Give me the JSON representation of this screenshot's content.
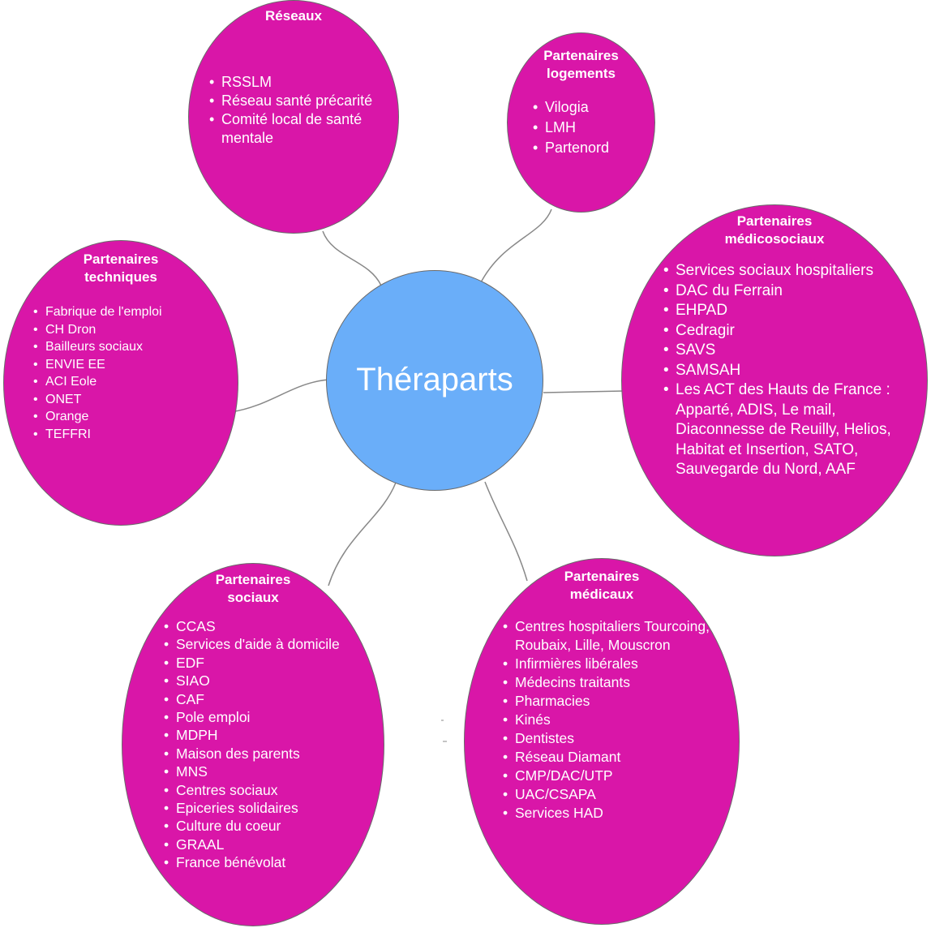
{
  "center": {
    "label": "Théraparts",
    "color": "#6aaef9"
  },
  "bubble_color": "#d916a8",
  "bubbles": {
    "reseaux": {
      "title": "Réseaux",
      "items": [
        "RSSLM",
        "Réseau santé précarité",
        "Comité local de santé mentale"
      ]
    },
    "logements": {
      "title": "Partenaires\nlogements",
      "items": [
        "Vilogia",
        "LMH",
        "Partenord"
      ]
    },
    "medicosociaux": {
      "title": "Partenaires\nmédicosociaux",
      "items": [
        "Services sociaux hospitaliers",
        "DAC du Ferrain",
        "EHPAD",
        "Cedragir",
        "SAVS",
        "SAMSAH",
        "Les ACT des Hauts de France : Apparté, ADIS, Le mail, Diaconnesse de Reuilly, Helios, Habitat et Insertion, SATO, Sauvegarde du Nord, AAF"
      ]
    },
    "techniques": {
      "title": "Partenaires\ntechniques",
      "items": [
        "Fabrique de l'emploi",
        "CH Dron",
        "Bailleurs sociaux",
        "ENVIE EE",
        "ACI Eole",
        "ONET",
        "Orange",
        "TEFFRI"
      ]
    },
    "sociaux": {
      "title": "Partenaires\nsociaux",
      "items": [
        "CCAS",
        "Services d'aide à domicile",
        "EDF",
        "SIAO",
        "CAF",
        "Pole emploi",
        "MDPH",
        "Maison des parents",
        "MNS",
        "Centres sociaux",
        "Epiceries solidaires",
        "Culture du coeur",
        "GRAAL",
        "France bénévolat"
      ]
    },
    "medicaux": {
      "title": "Partenaires\nmédicaux",
      "items": [
        "Centres hospitaliers Tourcoing, Roubaix, Lille, Mouscron",
        "Infirmières libérales",
        "Médecins traitants",
        "Pharmacies",
        "Kinés",
        "Dentistes",
        "Réseau Diamant",
        "CMP/DAC/UTP",
        "UAC/CSAPA",
        "Services HAD"
      ]
    }
  }
}
